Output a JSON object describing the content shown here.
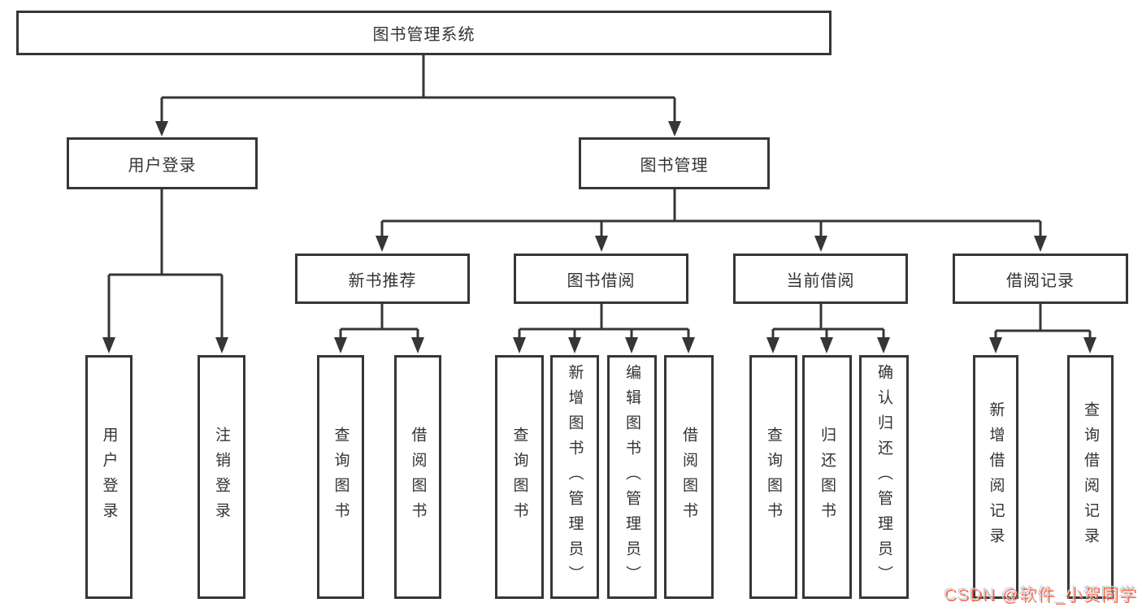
{
  "diagram_title": "图书管理系统",
  "tree": {
    "label": "图书管理系统",
    "children": [
      {
        "label": "用户登录",
        "children": [
          {
            "label": "用户登录"
          },
          {
            "label": "注销登录"
          }
        ]
      },
      {
        "label": "图书管理",
        "children": [
          {
            "label": "新书推荐",
            "children": [
              {
                "label": "查询图书"
              },
              {
                "label": "借阅图书"
              }
            ]
          },
          {
            "label": "图书借阅",
            "children": [
              {
                "label": "查询图书"
              },
              {
                "label": "新增图书（管理员）"
              },
              {
                "label": "编辑图书（管理员）"
              },
              {
                "label": "借阅图书"
              }
            ]
          },
          {
            "label": "当前借阅",
            "children": [
              {
                "label": "查询图书"
              },
              {
                "label": "归还图书"
              },
              {
                "label": "确认归还（管理员）"
              }
            ]
          },
          {
            "label": "借阅记录",
            "children": [
              {
                "label": "新增借阅记录"
              },
              {
                "label": "查询借阅记录"
              }
            ]
          }
        ]
      }
    ]
  },
  "watermark": {
    "text": "CSDN @软件_小贺同学"
  },
  "colors": {
    "line": "#363636",
    "box_border": "#363636",
    "box_fill": "#ffffff",
    "text": "#333333",
    "watermark_text": "#ccd0d6",
    "watermark_shadow": "#fc5531"
  }
}
